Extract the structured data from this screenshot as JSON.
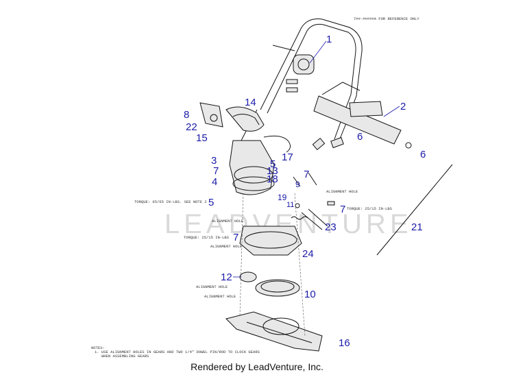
{
  "callouts": [
    "1",
    "2",
    "14",
    "8",
    "22",
    "15",
    "6",
    "6",
    "3",
    "7",
    "4",
    "17",
    "5",
    "13",
    "18",
    "9",
    "7",
    "5",
    "19",
    "11",
    "7",
    "21",
    "7",
    "23",
    "24",
    "12",
    "10",
    "16"
  ],
  "annotations": {
    "handle_ref": "7##-#####A FOR REFERENCE ONLY",
    "torque_left": "TORQUE: 65/65 IN-LBS. SEE NOTE 2",
    "torque_right": "TORQUE: 25/15 IN-LBS",
    "torque_mid": "TORQUE: 25/15 IN-LBS",
    "alignment_hole": "ALIGNMENT HOLE",
    "notes_title": "NOTES:",
    "note_1": "1. USE ALIGNMENT HOLES IN GEARS AND TWO 1/4\" DOWEL PIN/ROD TO CLOCK GEARS",
    "note_1b": "WHEN ASSEMBLING GEARS"
  },
  "watermark": "LEADVENTURE",
  "footer": "Rendered by LeadVenture, Inc."
}
